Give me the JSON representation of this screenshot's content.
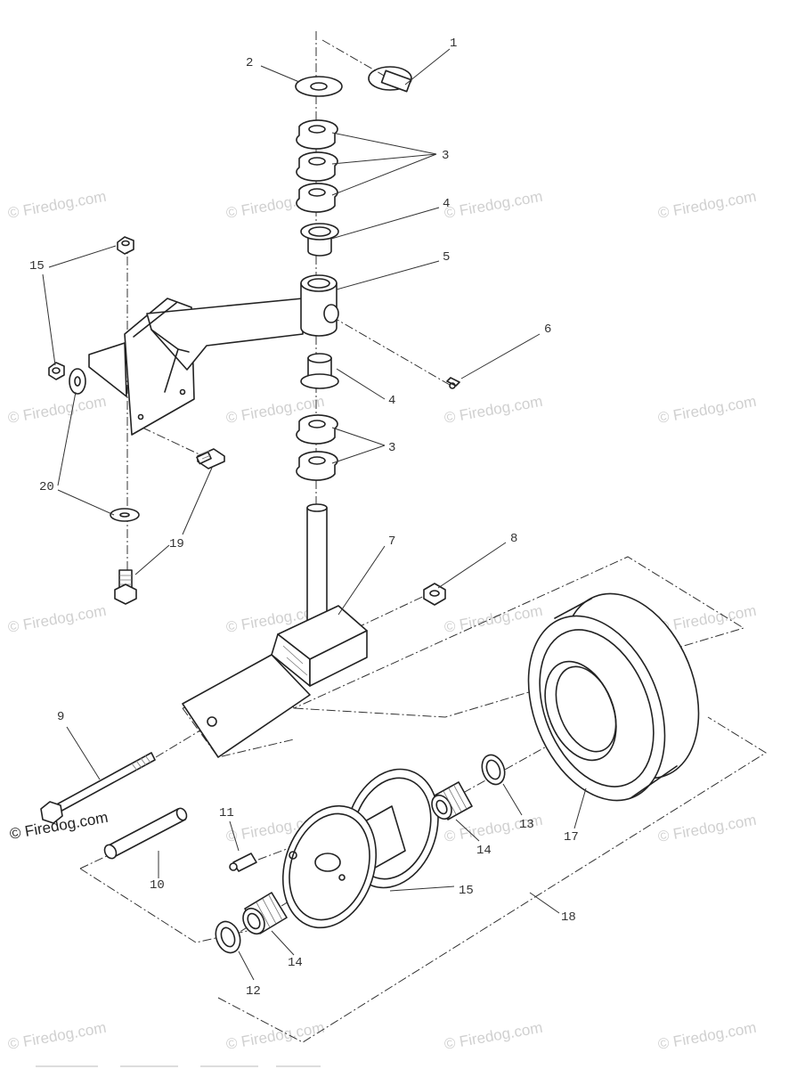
{
  "watermark": {
    "text": "© Firedog.com",
    "highlighted_text": "© Firedog.com"
  },
  "callouts": {
    "c1": "1",
    "c2": "2",
    "c3a": "3",
    "c3b": "3",
    "c4a": "4",
    "c4b": "4",
    "c5": "5",
    "c6": "6",
    "c7": "7",
    "c8": "8",
    "c9": "9",
    "c10": "10",
    "c11": "11",
    "c12": "12",
    "c13": "13",
    "c14a": "14",
    "c14b": "14",
    "c15a": "15",
    "c15b": "15",
    "c17": "17",
    "c18": "18",
    "c19": "19",
    "c20": "20"
  }
}
